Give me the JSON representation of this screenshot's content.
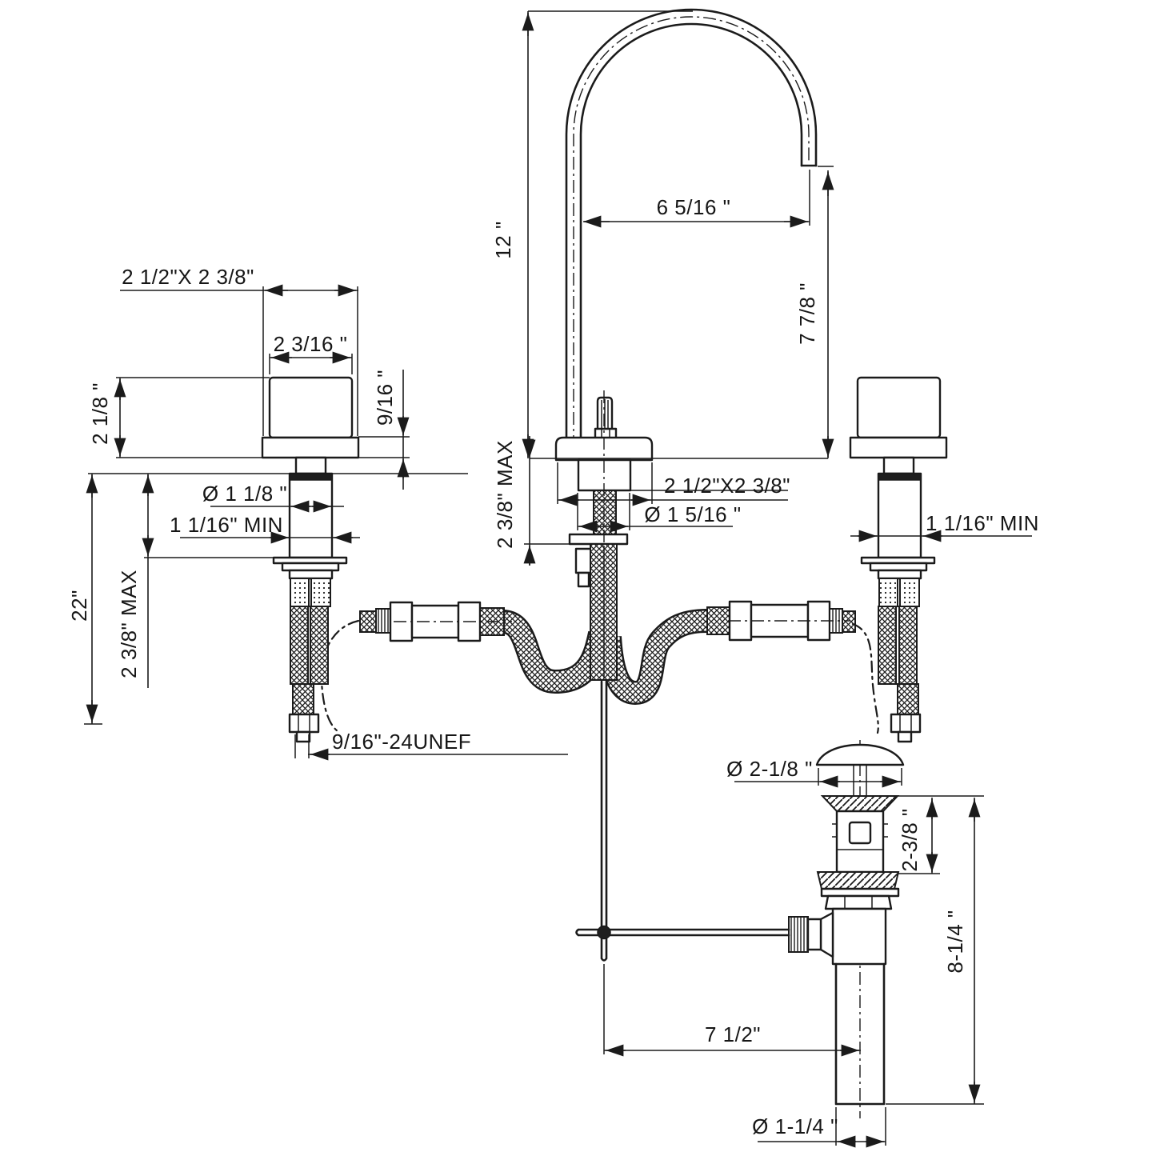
{
  "drawing": {
    "type": "faucet-installation-dimension-drawing",
    "line_color": "#1b1b1b",
    "background": "#ffffff",
    "labels": {
      "left_handle_footprint": "2 1/2\"X 2 3/8\"",
      "left_handle_top_width": "2 3/16 \"",
      "left_handle_height": "2 1/8 \"",
      "left_escutcheon_height": "9/16 \"",
      "left_shank_diameter": "Ø 1 1/8 \"",
      "left_deck_min": "1 1/16\" MIN",
      "hose_length": "22\"",
      "left_deck_max": "2 3/8\" MAX",
      "supply_thread": "9/16\"-24UNEF",
      "spout_height": "12 \"",
      "spout_reach": "6 5/16 \"",
      "spout_outlet_height": "7 7/8 \"",
      "center_deck_max": "2 3/8\" MAX",
      "center_footprint": "2 1/2\"X2 3/8\"",
      "center_hole_diameter": "Ø 1 5/16 \"",
      "right_deck_min": "1 1/16\" MIN",
      "drain_flange_diameter": "Ø 2-1/8 \"",
      "drain_deck_max": "2-3/8 \"",
      "drain_below_deck": "8-1/4 \"",
      "rod_to_drain_offset": "7 1/2\"",
      "tailpiece_diameter": "Ø 1-1/4 \""
    }
  }
}
